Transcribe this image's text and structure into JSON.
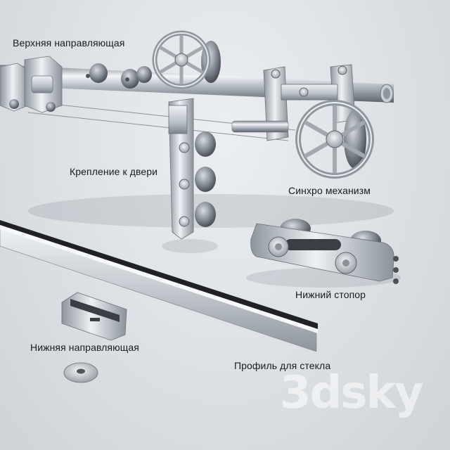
{
  "labels": {
    "top_rail": "Верхняя направляющая",
    "door_mount": "Крепление к двери",
    "sync_mechanism": "Синхро механизм",
    "bottom_stopper": "Нижний стопор",
    "bottom_guide": "Нижняя направляющая",
    "glass_profile": "Профиль для стекла"
  },
  "watermark": "3dsky",
  "colors": {
    "steel_light": "#e9edf1",
    "steel_mid": "#a7afb8",
    "steel_dark": "#5e666f",
    "rubber": "#2b2d30",
    "background": "#dfe2e6"
  }
}
